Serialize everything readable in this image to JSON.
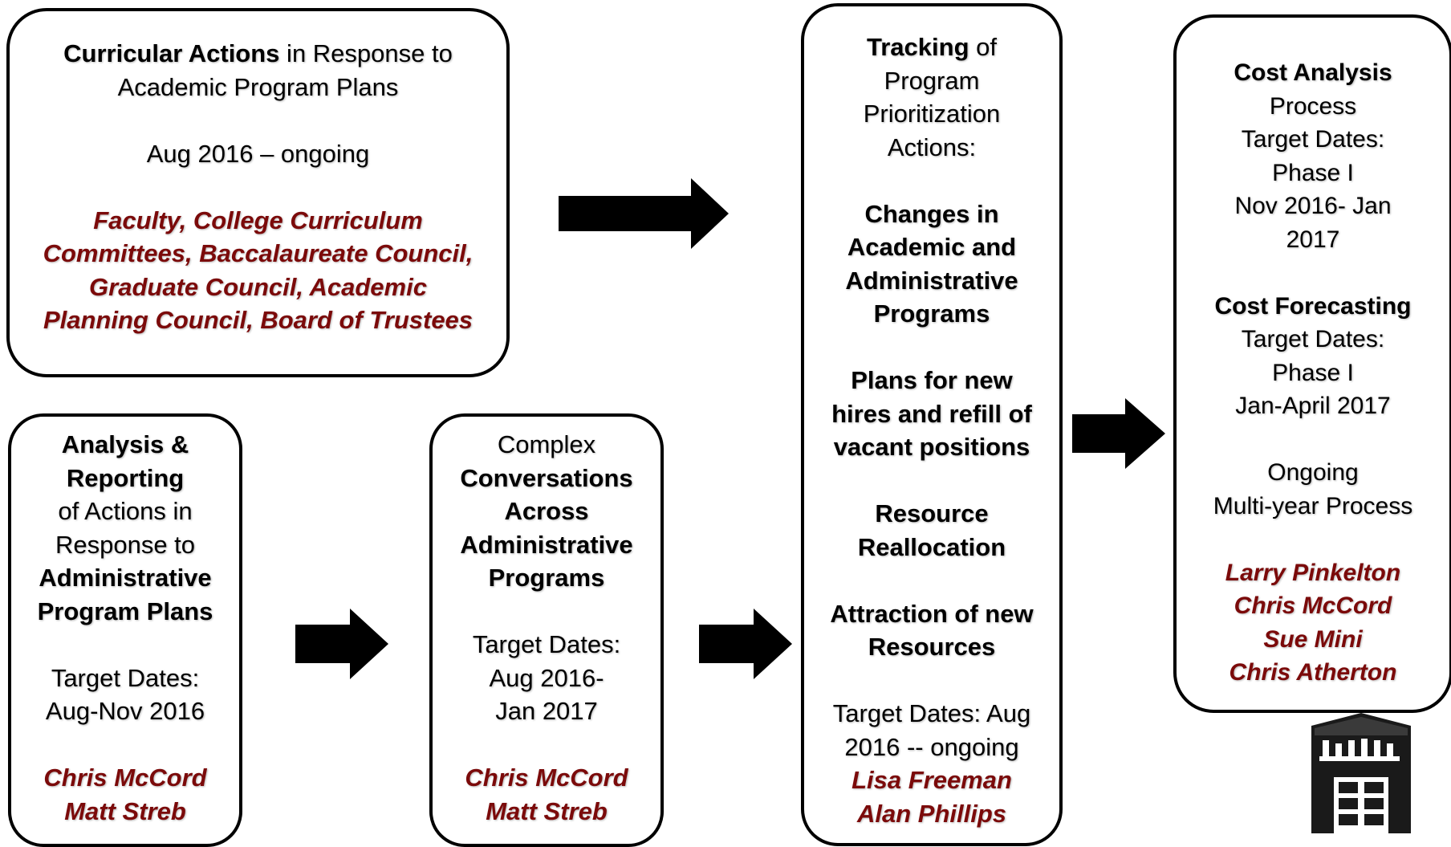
{
  "colors": {
    "border": "#000000",
    "owner_text": "#7b0a0a",
    "background": "#ffffff"
  },
  "curricular": {
    "title_bold": "Curricular Actions",
    "title_rest": " in Response to",
    "title_line2": "Academic Program Plans",
    "dates": "Aug 2016 – ongoing",
    "owners": [
      "Faculty, College Curriculum",
      "Committees, Baccalaureate Council,",
      "Graduate Council, Academic",
      "Planning Council, Board of Trustees"
    ]
  },
  "analysis": {
    "lines_bold_1": "Analysis &",
    "lines_bold_2": "Reporting",
    "line_3": "of Actions in",
    "line_4": "Response to",
    "lines_bold_5": "Administrative",
    "lines_bold_6": "Program Plans",
    "dates_1": "Target Dates:",
    "dates_2": "Aug-Nov 2016",
    "owners": [
      "Chris McCord",
      "Matt Streb"
    ]
  },
  "conversations": {
    "line_1": "Complex",
    "bold_2": "Conversations",
    "bold_3": "Across",
    "bold_4": "Administrative",
    "bold_5": "Programs",
    "dates_1": "Target Dates:",
    "dates_2": "Aug 2016-",
    "dates_3": "Jan 2017",
    "owners": [
      "Chris McCord",
      "Matt Streb"
    ]
  },
  "tracking": {
    "title_bold": "Tracking",
    "title_rest": " of",
    "title_2": "Program",
    "title_3": "Prioritization",
    "title_4": "Actions:",
    "item1": [
      "Changes in",
      "Academic and",
      "Administrative",
      "Programs"
    ],
    "item2": [
      "Plans for new",
      "hires and refill of",
      "vacant positions"
    ],
    "item3": [
      "Resource",
      "Reallocation"
    ],
    "item4": [
      "Attraction of new",
      "Resources"
    ],
    "dates_1": "Target Dates: Aug",
    "dates_2": "2016 -- ongoing",
    "owners": [
      "Lisa Freeman",
      "Alan Phillips"
    ]
  },
  "cost": {
    "title1_bold": "Cost Analysis",
    "title1_rest": "Process",
    "t1_dates": [
      "Target Dates:",
      "Phase I",
      "Nov 2016- Jan",
      "2017"
    ],
    "title2_bold": "Cost Forecasting",
    "t2_dates": [
      "Target Dates:",
      "Phase I",
      "Jan-April 2017"
    ],
    "ongoing": [
      "Ongoing",
      "Multi-year Process"
    ],
    "owners": [
      "Larry Pinkelton",
      "Chris McCord",
      "Sue Mini",
      "Chris Atherton"
    ]
  },
  "logo_icon": "university-building-logo-icon"
}
